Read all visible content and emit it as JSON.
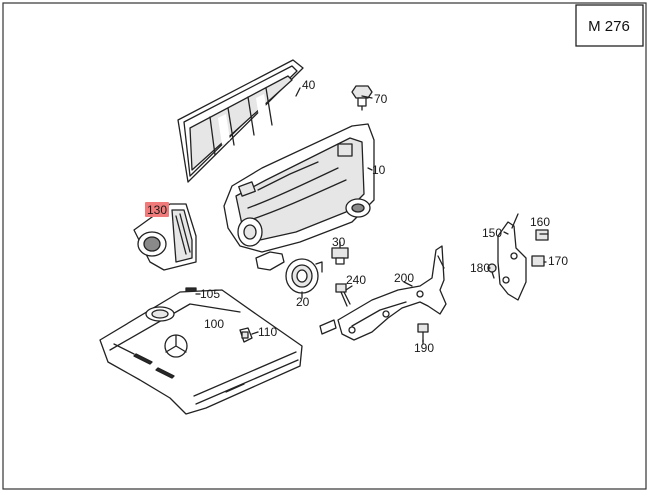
{
  "diagram": {
    "model_code": "M 276",
    "highlight_color": "#f07a7a",
    "parts": [
      {
        "id": "p10",
        "label": "10"
      },
      {
        "id": "p20",
        "label": "20"
      },
      {
        "id": "p30",
        "label": "30"
      },
      {
        "id": "p40",
        "label": "40"
      },
      {
        "id": "p70",
        "label": "70"
      },
      {
        "id": "p100",
        "label": "100"
      },
      {
        "id": "p105",
        "label": "105"
      },
      {
        "id": "p110",
        "label": "110"
      },
      {
        "id": "p130",
        "label": "130",
        "highlighted": true
      },
      {
        "id": "p150",
        "label": "150"
      },
      {
        "id": "p160",
        "label": "160"
      },
      {
        "id": "p170",
        "label": "170"
      },
      {
        "id": "p180",
        "label": "180"
      },
      {
        "id": "p190",
        "label": "190"
      },
      {
        "id": "p200",
        "label": "200"
      },
      {
        "id": "p240",
        "label": "240"
      }
    ]
  }
}
